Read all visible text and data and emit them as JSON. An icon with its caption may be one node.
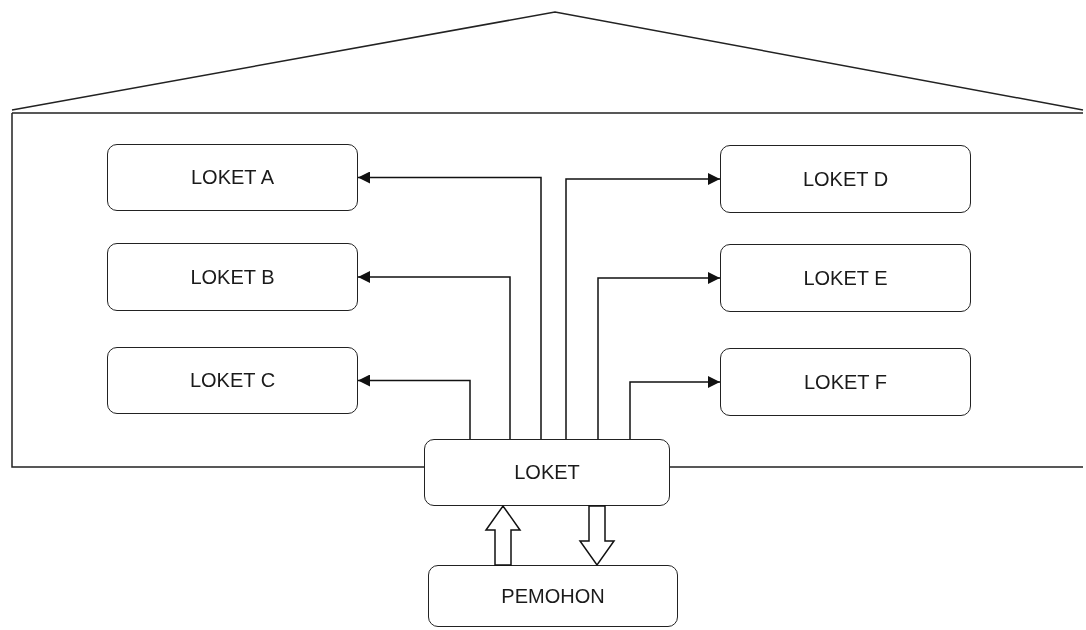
{
  "diagram": {
    "nodes": [
      {
        "text": [],
        "shape": "house"
      },
      {
        "text": [
          "LOKET A"
        ],
        "in": 0
      },
      {
        "text": [
          "LOKET B"
        ],
        "in": 0
      },
      {
        "text": [
          "LOKET C"
        ],
        "in": 0
      },
      {
        "text": [
          "LOKET D"
        ],
        "in": 0
      },
      {
        "text": [
          "LOKET E"
        ],
        "in": 0
      },
      {
        "text": [
          "LOKET F"
        ],
        "in": 0
      },
      {
        "text": [
          "LOKET"
        ]
      },
      {
        "text": [
          "PEMOHON"
        ]
      }
    ],
    "edges": [
      {
        "from": 7,
        "to": 1,
        "arrow": "to"
      },
      {
        "from": 7,
        "to": 2,
        "arrow": "to"
      },
      {
        "from": 7,
        "to": 3,
        "arrow": "to"
      },
      {
        "from": 7,
        "to": 4,
        "arrow": "to"
      },
      {
        "from": 7,
        "to": 5,
        "arrow": "to"
      },
      {
        "from": 7,
        "to": 6,
        "arrow": "to"
      },
      {
        "from": 8,
        "to": 7,
        "arrow": "to",
        "style": "thick"
      },
      {
        "from": 7,
        "to": 8,
        "arrow": "to",
        "style": "thick"
      }
    ]
  }
}
